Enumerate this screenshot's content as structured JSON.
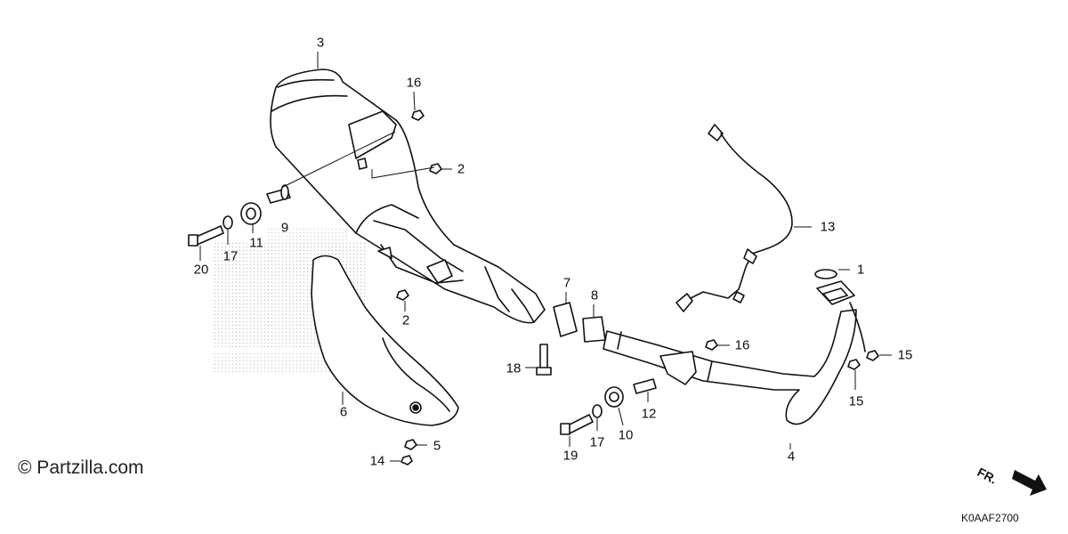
{
  "watermark": "© Partzilla.com",
  "diagram_code": "K0AAF2700",
  "front_indicator": "FR.",
  "callouts": [
    {
      "id": "c3",
      "label": "3"
    },
    {
      "id": "c16a",
      "label": "16"
    },
    {
      "id": "c2a",
      "label": "2"
    },
    {
      "id": "c9",
      "label": "9"
    },
    {
      "id": "c11",
      "label": "11"
    },
    {
      "id": "c17a",
      "label": "17"
    },
    {
      "id": "c20",
      "label": "20"
    },
    {
      "id": "c2b",
      "label": "2"
    },
    {
      "id": "c6",
      "label": "6"
    },
    {
      "id": "c5",
      "label": "5"
    },
    {
      "id": "c14",
      "label": "14"
    },
    {
      "id": "c7",
      "label": "7"
    },
    {
      "id": "c8",
      "label": "8"
    },
    {
      "id": "c18",
      "label": "18"
    },
    {
      "id": "c13",
      "label": "13"
    },
    {
      "id": "c1",
      "label": "1"
    },
    {
      "id": "c16b",
      "label": "16"
    },
    {
      "id": "c15a",
      "label": "15"
    },
    {
      "id": "c15b",
      "label": "15"
    },
    {
      "id": "c12",
      "label": "12"
    },
    {
      "id": "c10",
      "label": "10"
    },
    {
      "id": "c17b",
      "label": "17"
    },
    {
      "id": "c19",
      "label": "19"
    },
    {
      "id": "c4",
      "label": "4"
    }
  ]
}
